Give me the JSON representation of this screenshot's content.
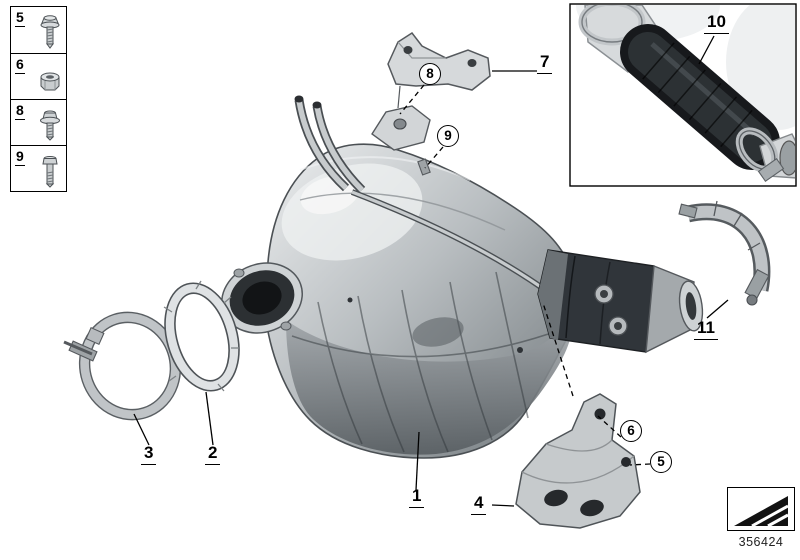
{
  "page": {
    "background": "#ffffff",
    "part_number": "356424"
  },
  "palette": {
    "ink": "#000000",
    "metal_light": "#d6d9db",
    "metal_mid": "#9aa0a4",
    "metal_dark": "#31363a",
    "insulation_black": "#17191c"
  },
  "legend": {
    "items": [
      {
        "label": "5",
        "icon": "screw-with-washer-icon"
      },
      {
        "label": "6",
        "icon": "hex-nut-icon"
      },
      {
        "label": "8",
        "icon": "flange-screw-icon"
      },
      {
        "label": "9",
        "icon": "hex-bolt-icon"
      }
    ]
  },
  "callouts": {
    "converter": {
      "label": "1",
      "circled": false
    },
    "gasket": {
      "label": "2",
      "circled": false
    },
    "clamp_front": {
      "label": "3",
      "circled": false
    },
    "bracket_lower": {
      "label": "4",
      "circled": false
    },
    "screw_ref": {
      "label": "5",
      "circled": true
    },
    "nut_ref": {
      "label": "6",
      "circled": true
    },
    "bracket_upper": {
      "label": "7",
      "circled": false
    },
    "screw_upper_ref": {
      "label": "8",
      "circled": true
    },
    "bolt_upper_ref": {
      "label": "9",
      "circled": true
    },
    "insulated_converter": {
      "label": "10",
      "circled": false
    },
    "clamp_rear": {
      "label": "11",
      "circled": false
    }
  }
}
